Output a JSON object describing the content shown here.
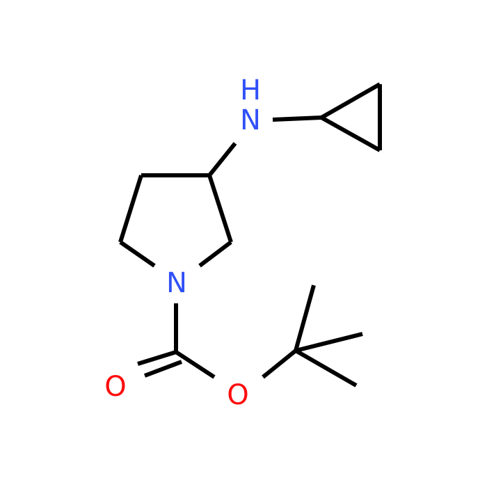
{
  "molecule": {
    "atoms": {
      "nitrogen_amine": "N",
      "hydrogen_amine": "H",
      "nitrogen_ring": "N",
      "oxygen_carbonyl": "O",
      "oxygen_ester": "O"
    },
    "colors": {
      "bond": "#000000",
      "nitrogen": "#3050F8",
      "oxygen": "#FF0D0D",
      "background": "#FFFFFF"
    }
  }
}
